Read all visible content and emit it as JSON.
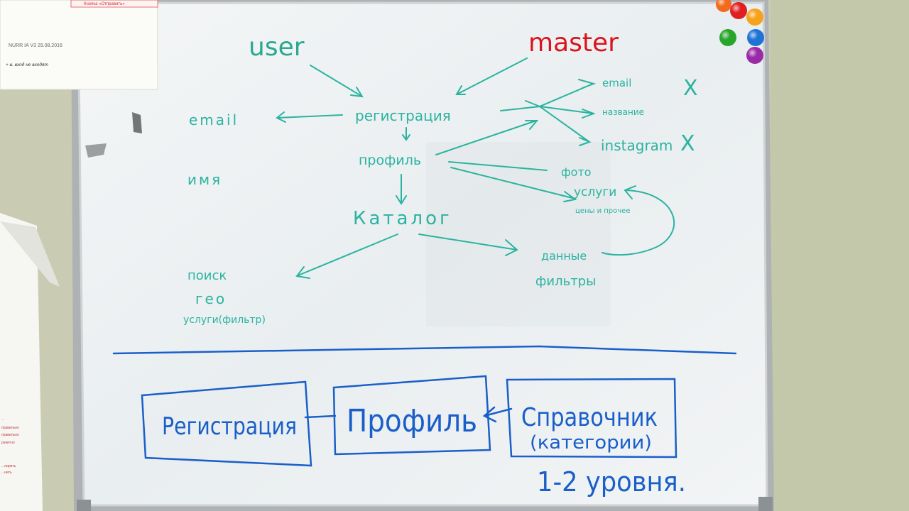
{
  "paper": {
    "header_link": "Кнопка «Отправить»",
    "version_line": "NURR IA V3 29.08.2016",
    "note_line": "+ в. вход не входят"
  },
  "left_sheet": {
    "lines": [
      "...",
      "правильно",
      "правильно",
      "рачитно"
    ],
    "footer_lines": [
      "...лирить",
      "...нить"
    ]
  },
  "upper_diagram": {
    "actors": {
      "user": "user",
      "master": "master"
    },
    "center": {
      "registration": "регистрация",
      "profile": "профиль",
      "catalog": "Каталог"
    },
    "left": {
      "email": "email",
      "name": "имя"
    },
    "right": {
      "email": "email",
      "title": "название",
      "instagram": "instagram",
      "photo": "фото",
      "services": "услуги",
      "prices": "цены и прочее",
      "data": "данные",
      "filters": "фильтры"
    },
    "bottom_left": {
      "search": "поиск",
      "geo": "гео",
      "services_filter": "услуги(фильтр)"
    },
    "cross_marks": [
      "X",
      "X"
    ]
  },
  "lower_diagram": {
    "boxes": {
      "registration": "Регистрация",
      "profile": "Профиль",
      "catalog_line1": "Справочник",
      "catalog_line2": "(категории)"
    },
    "levels_note": "1-2 уровня."
  },
  "colors": {
    "wall": "#c9ccb2",
    "board": "#eef1f2",
    "frame": "#b9bdbf",
    "teal_marker": "#2bb3a0",
    "blue_marker": "#1a5fc9",
    "red_marker": "#d9151b",
    "magnets": [
      "#f26b1d",
      "#e02020",
      "#f6a21a",
      "#2aa52c",
      "#1e74d6",
      "#9b2aa8"
    ]
  }
}
